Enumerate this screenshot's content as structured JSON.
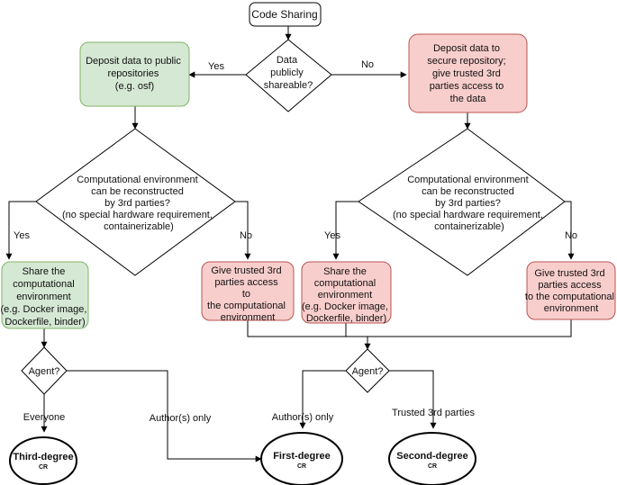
{
  "start": {
    "label": "Code Sharing"
  },
  "decisions": {
    "shareable": [
      "Data",
      "publicly",
      "shareable?"
    ],
    "env_left": [
      "Computational environment",
      "can be reconstructed",
      "by 3rd parties?",
      "(no special hardware requirement,",
      "containerizable)"
    ],
    "env_right": [
      "Computational environment",
      "can be reconstructed",
      "by 3rd parties?",
      "(no special hardware requirement,",
      "containerizable)"
    ],
    "agent_left": "Agent?",
    "agent_right": "Agent?"
  },
  "processes": {
    "public_repo": [
      "Deposit data to public",
      "repositories",
      "(e.g. osf)"
    ],
    "secure_repo": [
      "Deposit data to",
      "secure repository;",
      "give trusted 3rd",
      "parties access to",
      "the data"
    ],
    "share_env_left": [
      "Share the",
      "computational",
      "environment",
      "(e.g. Docker image,",
      "Dockerfile, binder)"
    ],
    "trusted_env_left": [
      "Give trusted 3rd",
      "parties access",
      "to",
      "the computational",
      "environment"
    ],
    "share_env_right": [
      "Share the",
      "computational",
      "environment",
      "(e.g. Docker image,",
      "Dockerfile, binder)"
    ],
    "trusted_env_right": [
      "Give trusted 3rd",
      "parties access",
      "to the computational",
      "environment"
    ]
  },
  "edge_labels": {
    "yes_top": "Yes",
    "no_top": "No",
    "yes_left": "Yes",
    "no_left": "No",
    "yes_right": "Yes",
    "no_right": "No",
    "everyone": "Everyone",
    "authors_left": "Author(s) only",
    "authors_right": "Author(s) only",
    "trusted_parties": "Trusted 3rd parties"
  },
  "endpoints": {
    "third": {
      "title": "Third-degree",
      "sub": "CR"
    },
    "first": {
      "title": "First-degree",
      "sub": "CR"
    },
    "second": {
      "title": "Second-degree",
      "sub": "CR"
    }
  },
  "colors": {
    "green_fill": "#d5e8d4",
    "green_stroke": "#82b366",
    "red_fill": "#f8cecc",
    "red_stroke": "#b85450",
    "line": "#000000"
  }
}
